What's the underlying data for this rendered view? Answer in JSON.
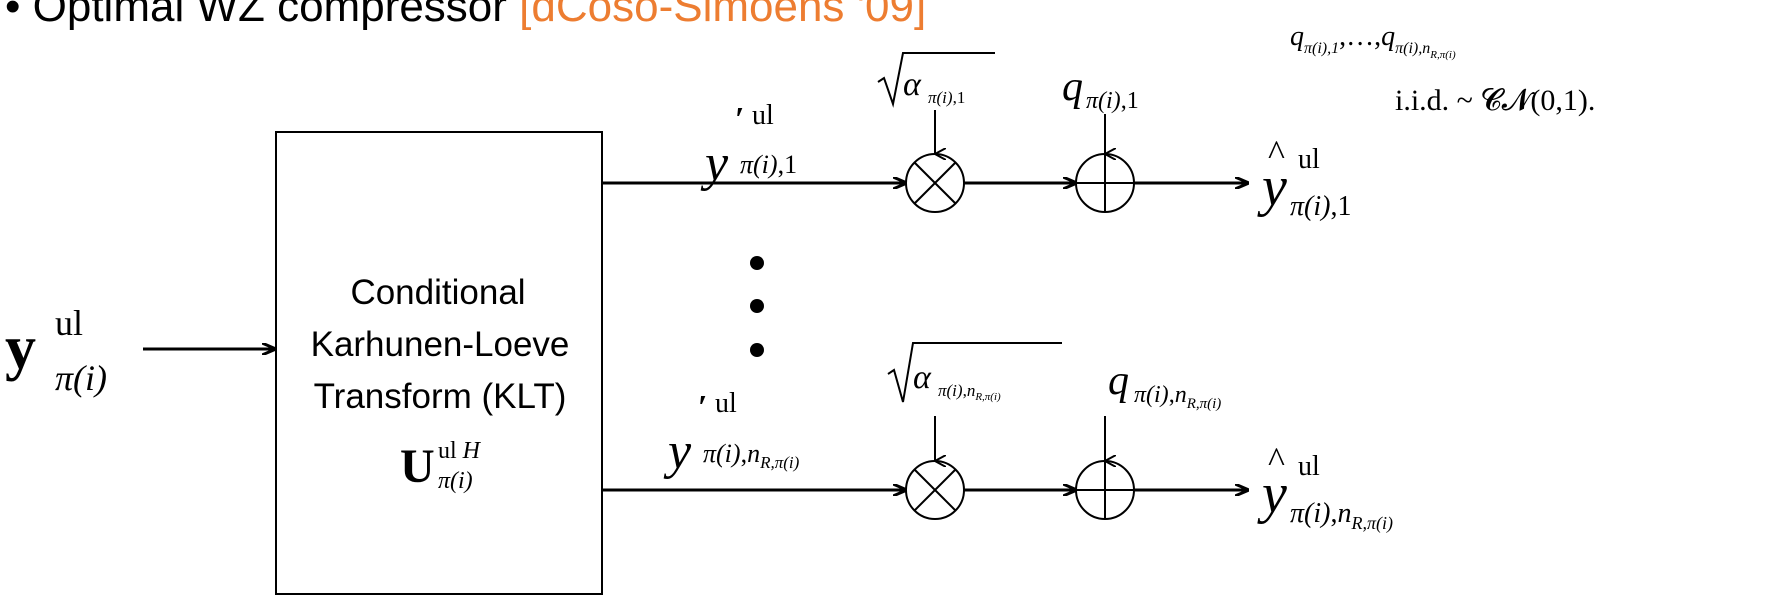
{
  "slide": {
    "bullet": "•",
    "heading": "Optimal WZ compressor",
    "citation": "[dCoso-Simoens '09]"
  },
  "note": {
    "line2": "i.i.d. ~ 𝓒𝓝(0,1)."
  },
  "klt_block": {
    "line1": "Conditional",
    "line2": "Karhunen-Loeve",
    "line3": "Transform (KLT)"
  },
  "colors": {
    "citation": "#ed7d31",
    "ink": "#000000"
  },
  "symbols": {
    "multiplier": "multiply-circle-icon",
    "adder": "plus-circle-icon",
    "ellipsis": "vertical-dots"
  }
}
